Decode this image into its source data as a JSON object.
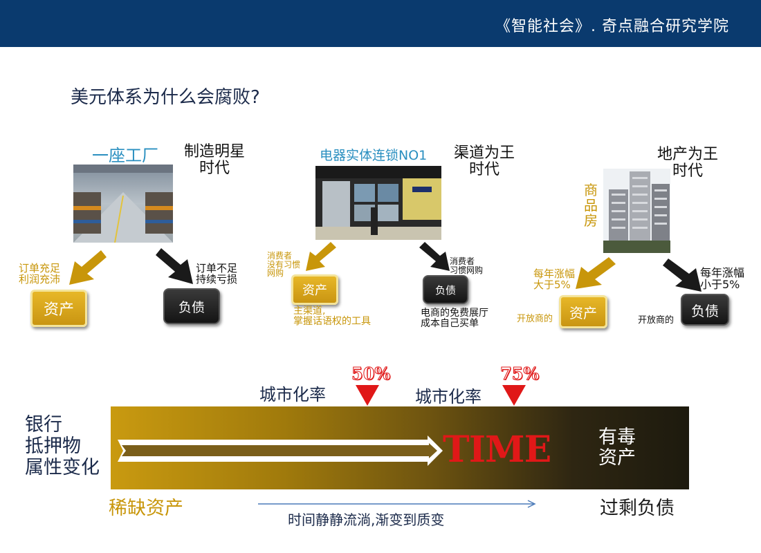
{
  "header": {
    "title": "《智能社会》. 奇点融合研究学院"
  },
  "question": "美元体系为什么会腐败?",
  "sections": [
    {
      "title": "一座工厂",
      "era": [
        "制造明星",
        "时代"
      ],
      "left_note": [
        "订单充足",
        "利润充沛"
      ],
      "right_note": [
        "订单不足",
        "持续亏损"
      ],
      "asset_label": "资产",
      "liability_label": "负债"
    },
    {
      "title": "电器实体连锁NO1",
      "era": [
        "渠道为王",
        "时代"
      ],
      "left_note": [
        "消费者",
        "没有习惯",
        "网购"
      ],
      "right_note": [
        "消费者",
        "习惯网购"
      ],
      "asset_label": "资产",
      "liability_label": "负债",
      "asset_sub": [
        "主渠道,",
        "掌握话语权的工具"
      ],
      "liability_sub": [
        "电商的免费展厅",
        "成本自己买单"
      ]
    },
    {
      "title": "",
      "era": [
        "地产为王",
        "时代"
      ],
      "vertical_label": [
        "商",
        "品",
        "房"
      ],
      "left_note": [
        "每年涨幅",
        "大于5%"
      ],
      "right_note": [
        "每年涨幅",
        "小于5%"
      ],
      "asset_label": "资产",
      "liability_label": "负债",
      "asset_prefix": "开放商的",
      "liability_prefix": "开放商的"
    }
  ],
  "timeline": {
    "left_label": [
      "银行",
      "抵押物",
      "属性变化"
    ],
    "urban_label_1": "城市化率",
    "urban_label_2": "城市化率",
    "pct_1": "50%",
    "pct_2": "75%",
    "time_word": "TIME",
    "right_inside": [
      "有毒",
      "资产"
    ],
    "bottom_left": "稀缺资产",
    "bottom_right": "过剩负债",
    "bottom_center": "时间静静流淌,渐变到质变"
  }
}
